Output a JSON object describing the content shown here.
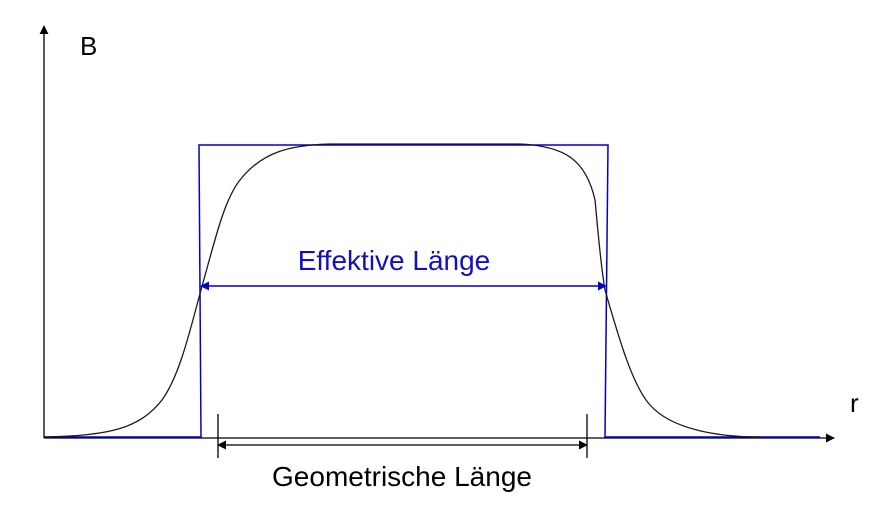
{
  "axes": {
    "y_label": "B",
    "x_label": "r"
  },
  "labels": {
    "effective_length": "Effektive Länge",
    "geometric_length": "Geometrische Länge"
  },
  "colors": {
    "axis": "#000000",
    "field_curve": "#1a1a1a",
    "rectangle": "#0000cc",
    "effective_label": "#1010c0",
    "geometric_label": "#000000"
  }
}
